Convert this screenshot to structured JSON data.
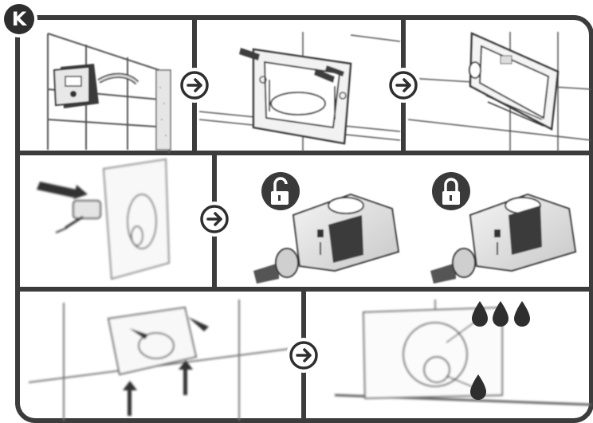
{
  "step_badge": {
    "label": "K",
    "icon": "step-letter-badge"
  },
  "colors": {
    "frame": "#3c3c3c",
    "badge": "#2e2e2e",
    "arrow_circle": "#ffffff",
    "arrow_fill": "#2e2e2e",
    "lock_badge": "#3a3a3a",
    "lock_clip": "#1f1f1f",
    "drop": "#2e2e2e"
  },
  "panels": [
    {
      "id": "r1-a",
      "content": "flush-box-mounted-in-tiled-wall",
      "icon": "wall-box-illustration"
    },
    {
      "id": "r1-b",
      "content": "mounting-frame-with-screws",
      "icon": "mounting-frame-illustration"
    },
    {
      "id": "r1-c",
      "content": "frame-fitted-in-wall",
      "icon": "fitted-frame-illustration"
    },
    {
      "id": "r2-a",
      "content": "push-plate-attach-connector",
      "icon": "plate-connector-illustration"
    },
    {
      "id": "r2-b",
      "content": "actuator-unlocked",
      "icon": "open-padlock-icon"
    },
    {
      "id": "r2-c",
      "content": "actuator-locked",
      "icon": "closed-padlock-icon"
    },
    {
      "id": "r3-a",
      "content": "plate-pressed-onto-wall",
      "icon": "plate-press-illustration"
    },
    {
      "id": "r3-b",
      "content": "plate-flush-buttons",
      "icon": "water-drops-icon"
    }
  ],
  "sequence_arrows": [
    "next-step-arrow-icon",
    "next-step-arrow-icon",
    "next-step-arrow-icon",
    "next-step-arrow-icon"
  ]
}
